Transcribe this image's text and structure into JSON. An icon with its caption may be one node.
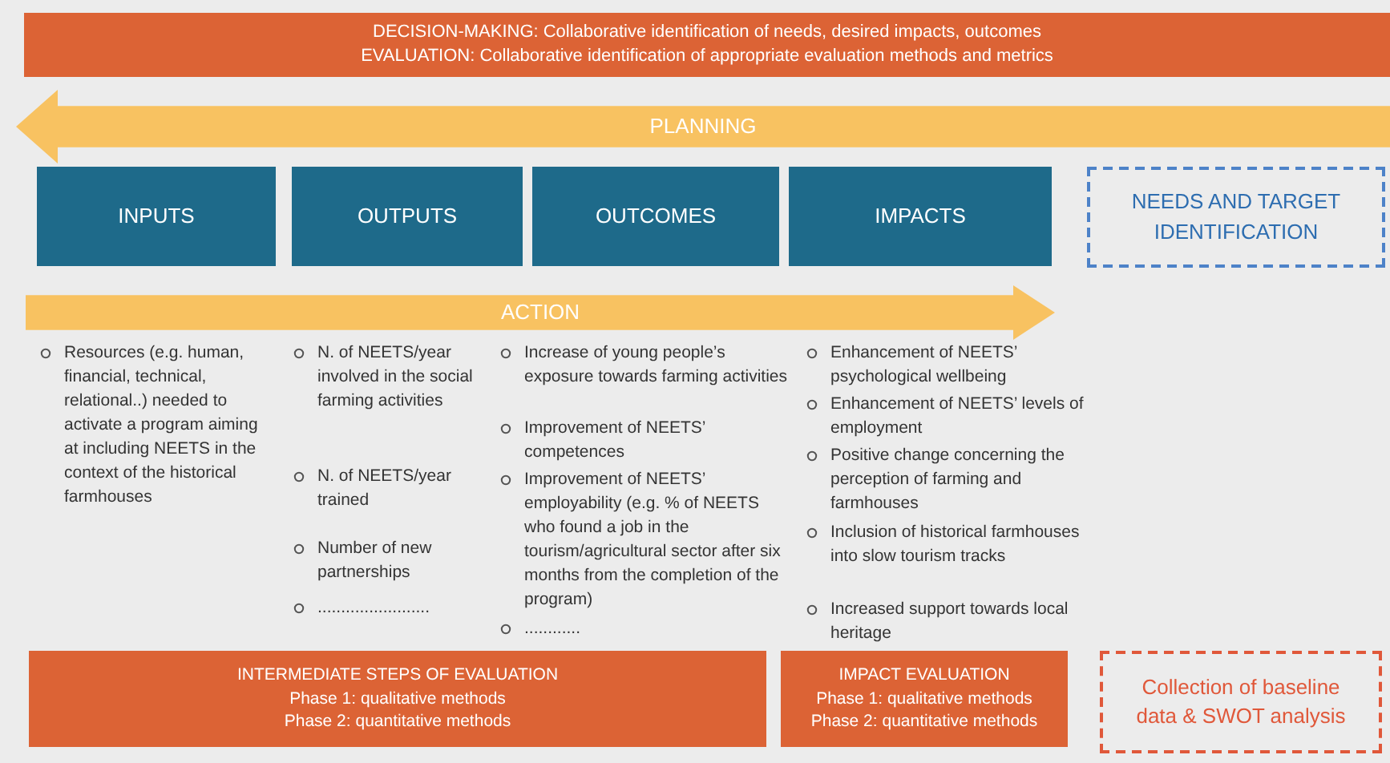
{
  "diagram": {
    "nodes": [
      {
        "text": [
          "DECISION-MAKING: Collaborative identification of needs, desired impacts, outcomes",
          "EVALUATION: Collaborative identification of appropriate evaluation methods and metrics"
        ]
      },
      {
        "text": [
          "PLANNING"
        ]
      },
      {
        "text": [
          "INPUTS"
        ]
      },
      {
        "text": [
          "OUTPUTS"
        ]
      },
      {
        "text": [
          "OUTCOMES"
        ]
      },
      {
        "text": [
          "IMPACTS"
        ]
      },
      {
        "text": [
          "NEEDS AND TARGET IDENTIFICATION"
        ]
      },
      {
        "text": [
          "ACTION"
        ]
      },
      {
        "text": [
          "INTERMEDIATE STEPS OF EVALUATION",
          "Phase 1: qualitative methods",
          "Phase 2: quantitative methods"
        ]
      },
      {
        "text": [
          "IMPACT EVALUATION",
          "Phase 1: qualitative methods",
          "Phase 2: quantitative methods"
        ]
      },
      {
        "text": [
          "Collection of baseline data & SWOT analysis"
        ]
      }
    ],
    "labels": [
      "Resources (e.g. human, financial, technical, relational..) needed to activate a program aiming at including NEETS in the context of the historical farmhouses",
      "N. of NEETS/year involved in the social farming activities",
      "N. of NEETS/year trained",
      "Number of new partnerships",
      "........................",
      "Increase of young people’s exposure towards farming activities",
      "Improvement of NEETS’ competences",
      "Improvement of NEETS’ employability (e.g. % of NEETS who found a job in the tourism/agricultural sector after six months from the completion of the program)",
      "............",
      "Enhancement of NEETS’ psychological wellbeing",
      "Enhancement of NEETS’ levels of employment",
      "Positive change concerning the perception of farming and farmhouses",
      "Inclusion of historical farmhouses into slow tourism tracks",
      "Increased support towards local heritage"
    ]
  }
}
